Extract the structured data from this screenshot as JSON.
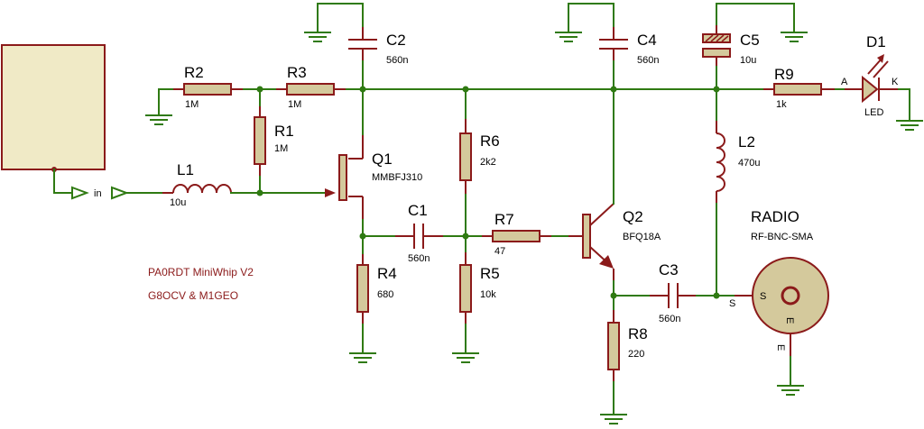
{
  "colors": {
    "wire": "#2f7a12",
    "component": "#8b1a1a",
    "body_fill": "#d4c99c",
    "antenna_fill": "#f0eac6",
    "label": "#000000",
    "credit": "#8b1a1a"
  },
  "components": {
    "R1": {
      "ref": "R1",
      "value": "1M"
    },
    "R2": {
      "ref": "R2",
      "value": "1M"
    },
    "R3": {
      "ref": "R3",
      "value": "1M"
    },
    "R4": {
      "ref": "R4",
      "value": "680"
    },
    "R5": {
      "ref": "R5",
      "value": "10k"
    },
    "R6": {
      "ref": "R6",
      "value": "2k2"
    },
    "R7": {
      "ref": "R7",
      "value": "47"
    },
    "R8": {
      "ref": "R8",
      "value": "220"
    },
    "R9": {
      "ref": "R9",
      "value": "1k"
    },
    "C1": {
      "ref": "C1",
      "value": "560n"
    },
    "C2": {
      "ref": "C2",
      "value": "560n"
    },
    "C3": {
      "ref": "C3",
      "value": "560n"
    },
    "C4": {
      "ref": "C4",
      "value": "560n"
    },
    "C5": {
      "ref": "C5",
      "value": "10u"
    },
    "L1": {
      "ref": "L1",
      "value": "10u"
    },
    "L2": {
      "ref": "L2",
      "value": "470u"
    },
    "Q1": {
      "ref": "Q1",
      "value": "MMBFJ310"
    },
    "Q2": {
      "ref": "Q2",
      "value": "BFQ18A"
    },
    "D1": {
      "ref": "D1",
      "value": "LED",
      "pin_a": "A",
      "pin_k": "K"
    },
    "RADIO": {
      "ref": "RADIO",
      "value": "RF-BNC-SMA",
      "pin_s": "S",
      "pin_e": "E",
      "pin_s_net": "S",
      "pin_e_net": "E"
    }
  },
  "net_labels": {
    "input": "in"
  },
  "credits": {
    "line1": "PA0RDT MiniWhip V2",
    "line2": "G8OCV & M1GEO"
  }
}
